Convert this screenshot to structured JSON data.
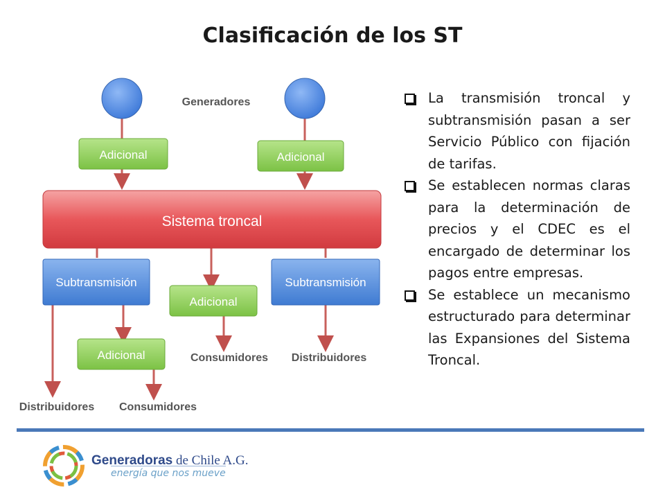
{
  "title": "Clasificación de los ST",
  "diagram": {
    "generadores": "Generadores",
    "adicional_1": "Adicional",
    "adicional_2": "Adicional",
    "sistema_troncal": "Sistema troncal",
    "subtransmision_1": "Subtransmisión",
    "subtransmision_2": "Subtransmisión",
    "adicional_3": "Adicional",
    "adicional_4": "Adicional",
    "consumidores_1": "Consumidores",
    "consumidores_2": "Consumidores",
    "distribuidores_1": "Distribuidores",
    "distribuidores_2": "Distribuidores"
  },
  "bullets": [
    "La transmisión troncal y subtransmisión pasan a ser Servicio Público con fijación de tarifas.",
    "Se establecen normas claras para la determinación de precios y el CDEC es el encargado de determinar los pagos entre empresas.",
    "Se establece un mecanismo estructurado para determinar las Expansiones del Sistema Troncal."
  ],
  "footer": {
    "brand_bold": "Generadoras",
    "brand_rest": " de Chile A.G.",
    "tagline": "energía que nos mueve"
  },
  "colors": {
    "green": "#8fd05a",
    "red": "#e0474c",
    "blue": "#4f88d8",
    "arrow": "#c0504d",
    "footer_line": "#4a78b8"
  }
}
